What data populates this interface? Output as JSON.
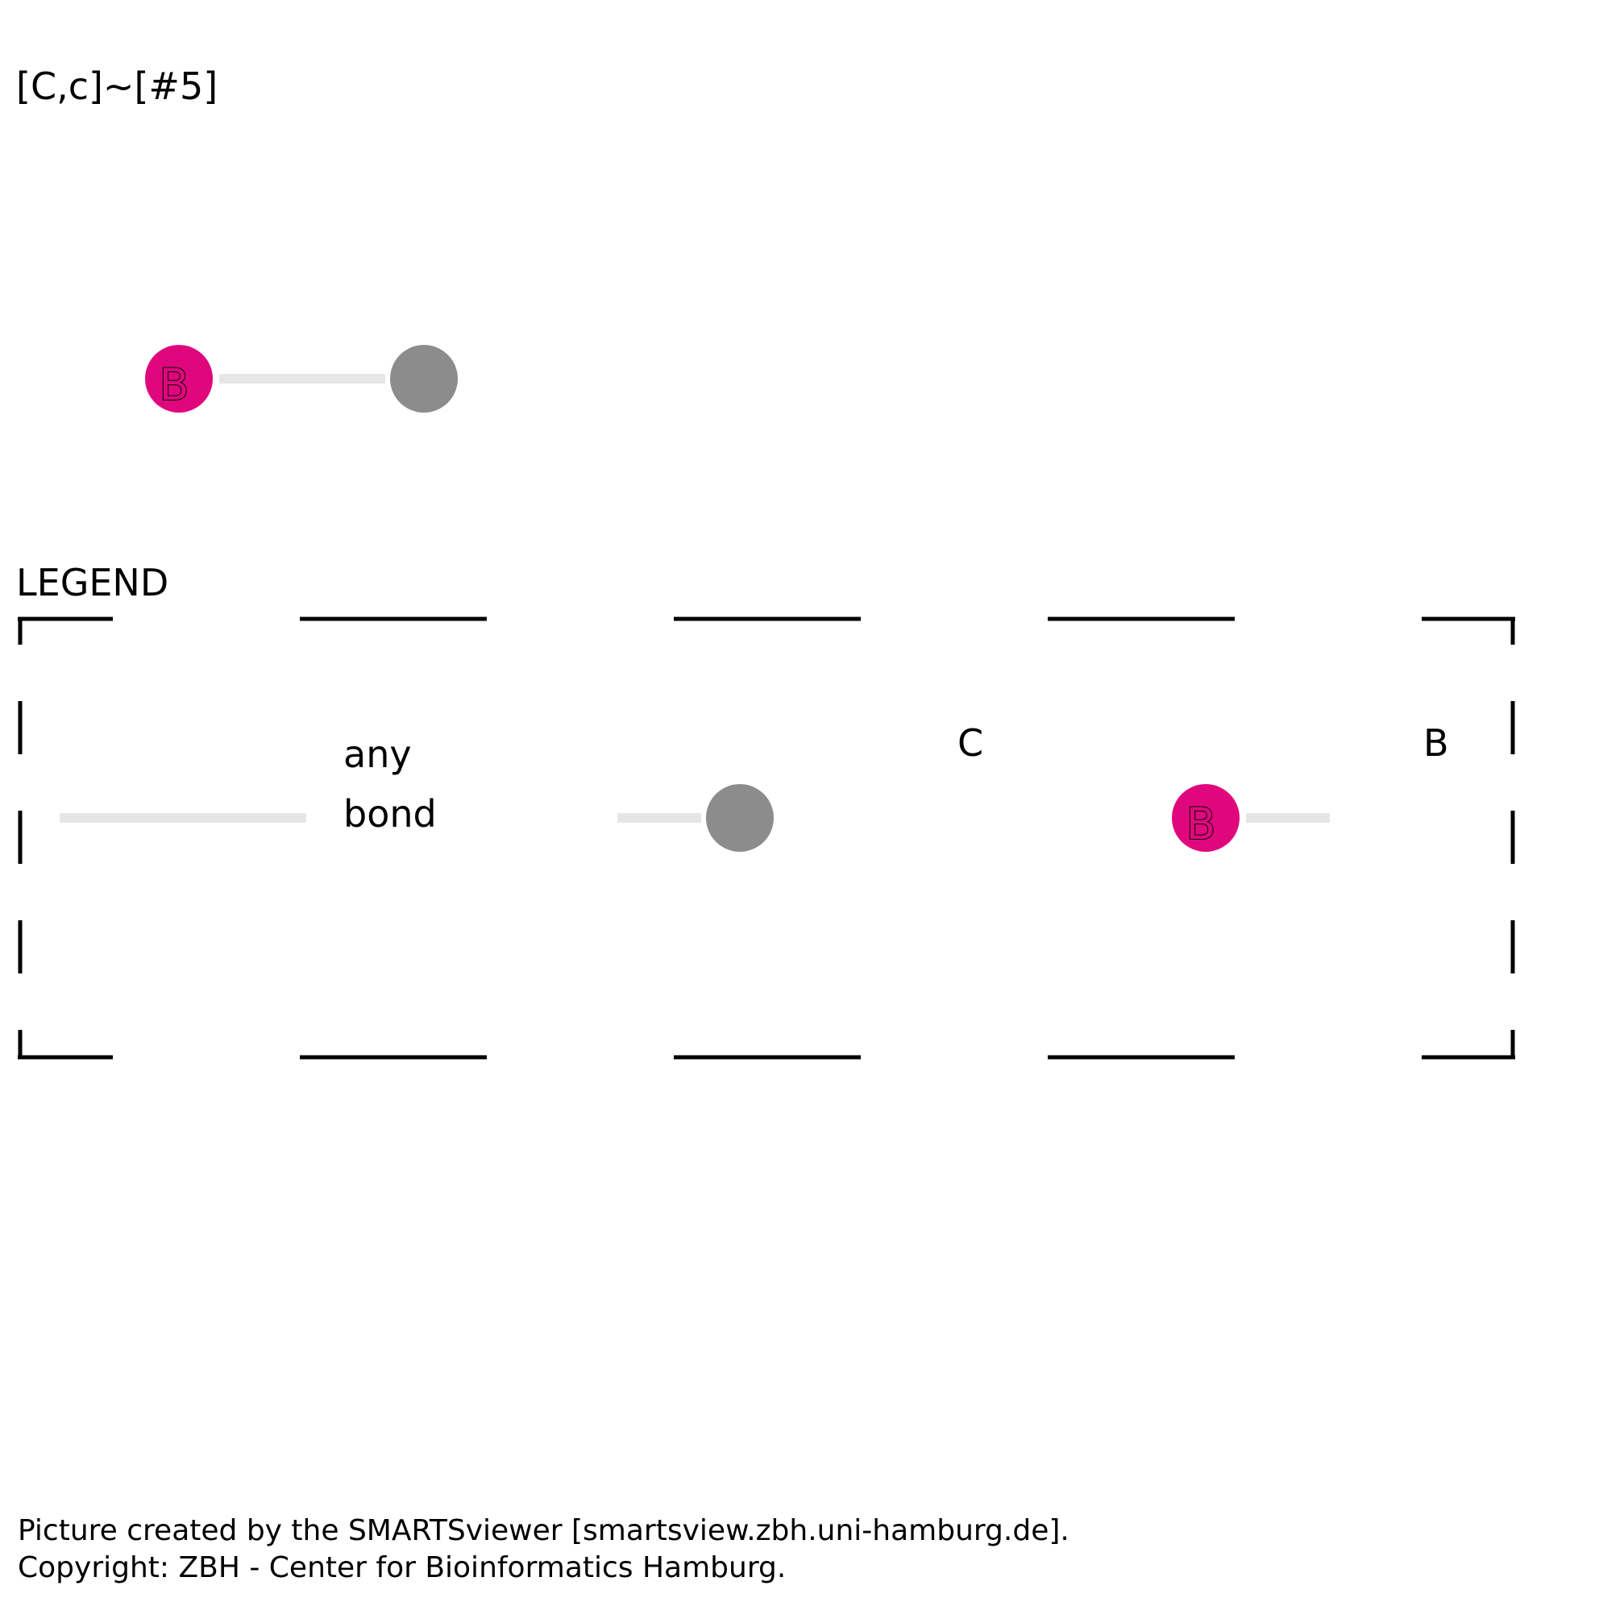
{
  "title": "[C,c]~[#5]",
  "molecule": {
    "atoms": [
      {
        "label": "B",
        "color": "#e0077d"
      },
      {
        "label": "",
        "color": "#8c8c8c"
      }
    ],
    "bond": {
      "type": "any",
      "color": "#e6e6e6"
    }
  },
  "legend": {
    "heading": "LEGEND",
    "border_color": "#000000",
    "bond_label_line1": "any",
    "bond_label_line2": "bond",
    "carbon_label": "C",
    "boron_label": "B",
    "boron_atom_symbol": "B",
    "carbon_color": "#8c8c8c",
    "boron_color": "#e0077d",
    "bond_color": "#e6e6e6"
  },
  "footer": {
    "line1": "Picture created by the SMARTSviewer [smartsview.zbh.uni-hamburg.de].",
    "line2": "Copyright: ZBH - Center for Bioinformatics Hamburg."
  }
}
